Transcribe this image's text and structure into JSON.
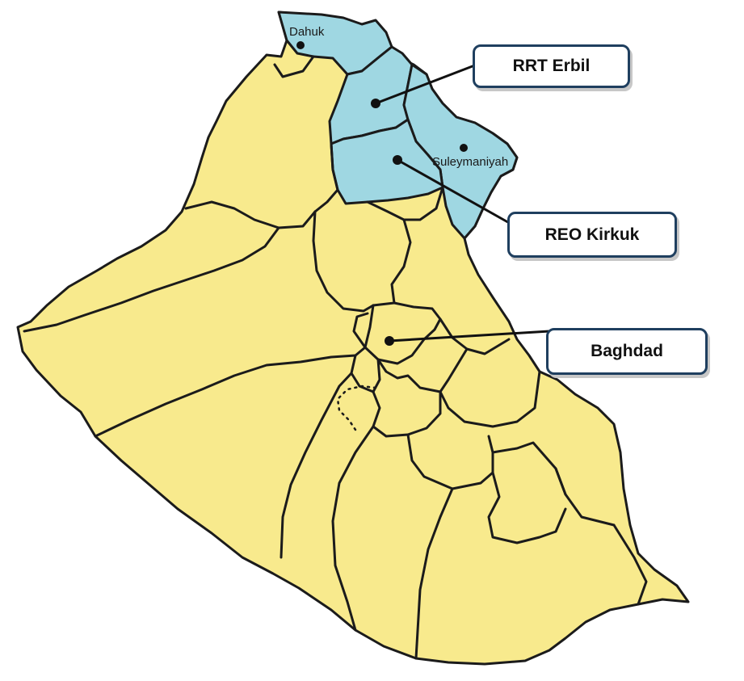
{
  "map": {
    "colors": {
      "highlighted_region": "#9fd7e2",
      "other_regions": "#f8ea8d",
      "border": "#1b1b1b",
      "callout_border": "#1f3f5f"
    },
    "city_labels": {
      "dahuk": "Dahuk",
      "suleymaniyah": "Suleymaniyah"
    },
    "callouts": {
      "erbil": "RRT Erbil",
      "kirkuk": "REO Kirkuk",
      "baghdad": "Baghdad"
    }
  }
}
